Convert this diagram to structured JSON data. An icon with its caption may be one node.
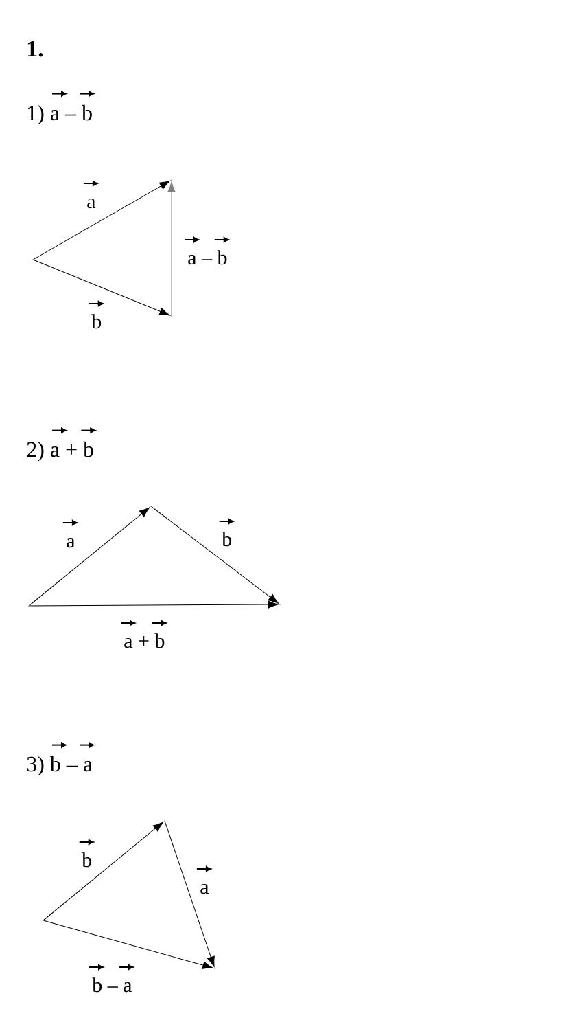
{
  "diagram": {
    "nodes": [
      {
        "text": [],
        "shape": "point"
      },
      {
        "text": [],
        "shape": "point"
      },
      {
        "text": [],
        "shape": "point"
      },
      {
        "text": [],
        "shape": "point"
      },
      {
        "text": [],
        "shape": "point"
      },
      {
        "text": [],
        "shape": "point"
      },
      {
        "text": [],
        "shape": "point"
      },
      {
        "text": [],
        "shape": "point"
      },
      {
        "text": [],
        "shape": "point"
      }
    ],
    "edges": [
      {
        "from": 0,
        "to": 1,
        "arrow": "to",
        "label": "a"
      },
      {
        "from": 0,
        "to": 2,
        "arrow": "to",
        "label": "b"
      },
      {
        "from": 2,
        "to": 1,
        "arrow": "to",
        "label": "a – b",
        "color": "#7f7f7f"
      },
      {
        "from": 3,
        "to": 4,
        "arrow": "to",
        "label": "a"
      },
      {
        "from": 4,
        "to": 5,
        "arrow": "to",
        "label": "b"
      },
      {
        "from": 3,
        "to": 5,
        "arrow": "to",
        "label": "a + b"
      },
      {
        "from": 6,
        "to": 7,
        "arrow": "to",
        "label": "b"
      },
      {
        "from": 7,
        "to": 8,
        "arrow": "to",
        "label": "a"
      },
      {
        "from": 6,
        "to": 8,
        "arrow": "to",
        "label": "b – a"
      }
    ],
    "labels": [
      "1.",
      "1) a – b",
      "2) a + b",
      "3) b – a"
    ]
  }
}
